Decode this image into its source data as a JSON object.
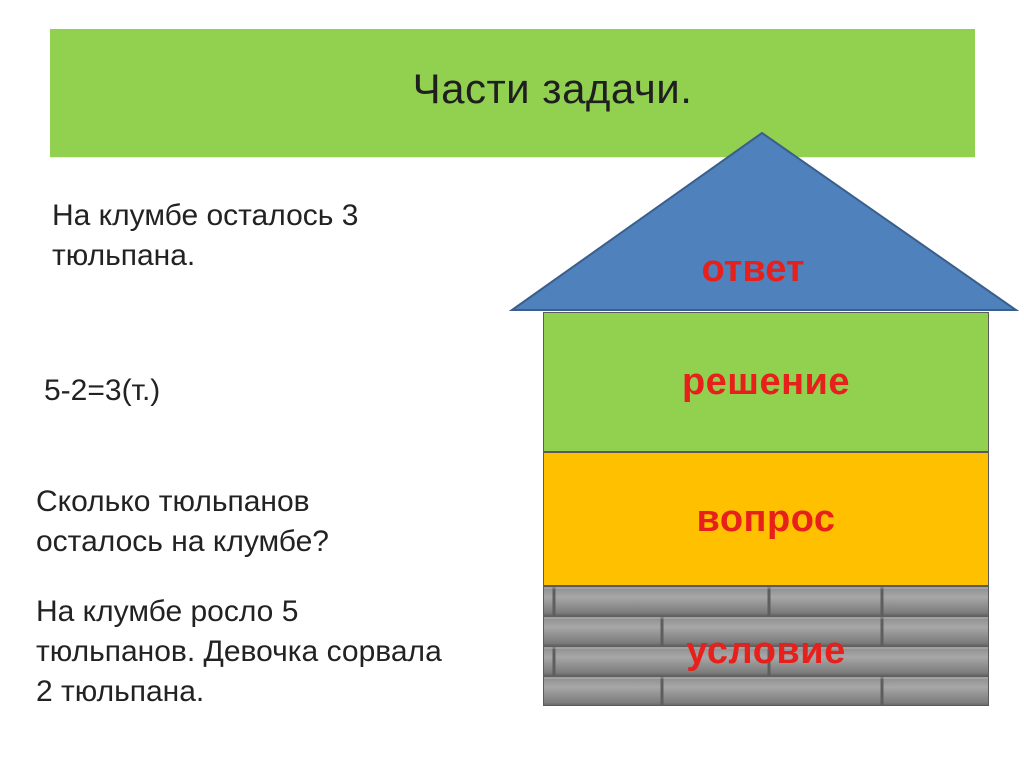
{
  "slide": {
    "title": "Части задачи.",
    "texts": {
      "answer_line1": "На клумбе осталось 3",
      "answer_line2": "тюльпана.",
      "solution": "5-2=3(т.)",
      "question_line1": "Сколько тюльпанов",
      "question_line2": "осталось на клумбе?",
      "condition_line1": "На клумбе росло 5",
      "condition_line2": "тюльпанов. Девочка сорвала",
      "condition_line3": "2 тюльпана."
    },
    "house": {
      "roof_label": "ответ",
      "solution_label": "решение",
      "question_label": "вопрос",
      "condition_label": "условие"
    }
  },
  "colors": {
    "title_bar": "#92d050",
    "roof": "#4f81bd",
    "solution_floor": "#92d050",
    "question_floor": "#ffc000",
    "foundation": "#8c8c8c",
    "label": "#e8201c"
  }
}
